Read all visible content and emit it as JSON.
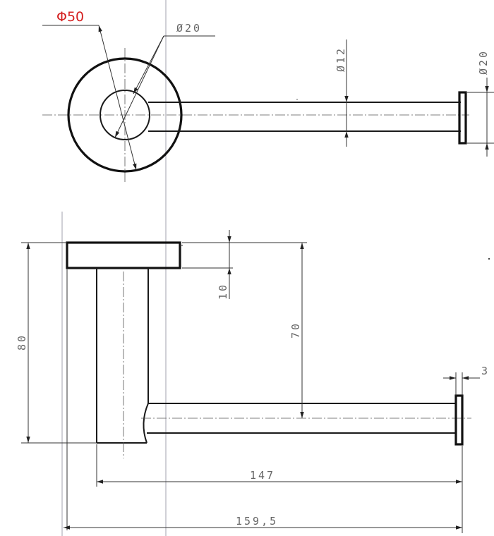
{
  "dimensions": {
    "outer_diameter": "Φ50",
    "inner_diameter_top": "Ø20",
    "rod_diameter": "Ø12",
    "end_cap_diameter": "Ø20",
    "base_thickness": "10",
    "total_height": "80",
    "rod_height": "70",
    "cap_thickness": "3",
    "rod_length": "147",
    "total_length": "159,5"
  },
  "colors": {
    "outline": "#111111",
    "dimension_text": "#666666",
    "highlight": "#d42020"
  }
}
